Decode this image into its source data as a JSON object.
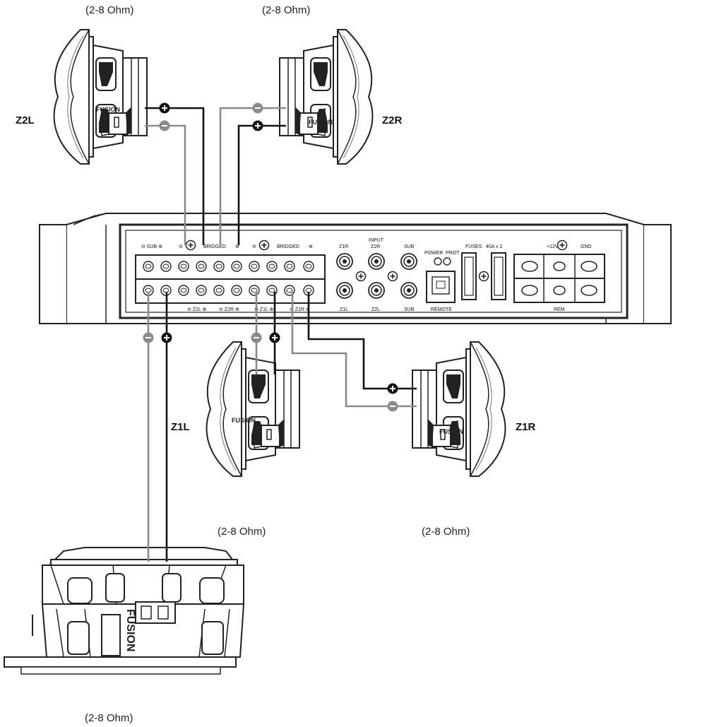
{
  "speakers": {
    "z2l": {
      "label": "Z2L",
      "ohm": "(2-8 Ohm)"
    },
    "z2r": {
      "label": "Z2R",
      "ohm": "(2-8 Ohm)"
    },
    "z1l": {
      "label": "Z1L",
      "ohm": "(2-8 Ohm)"
    },
    "z1r": {
      "label": "Z1R",
      "ohm": "(2-8 Ohm)"
    },
    "sub": {
      "ohm": "(2-8 Ohm)"
    }
  },
  "brand": "FUSION",
  "terminals": {
    "minus": "⊖",
    "plus": "⊕",
    "top": {
      "sub": "⊖ SUB ⊕",
      "bridged_minus": "⊖",
      "bridged_1": "BRIDGED",
      "bridged_plus": "⊕",
      "bridged_2_minus": "⊖",
      "bridged_2": "BRIDGED",
      "bridged_2_plus": "⊕"
    },
    "bottom": {
      "z2l": "⊖ Z2L ⊕",
      "z2r": "⊖ Z2R ⊕",
      "z1l": "⊖ Z1L ⊕",
      "z1r": "⊖ Z1R ⊕"
    }
  },
  "inputs": {
    "z1r": "Z1R",
    "input": "INPUT",
    "z2r": "Z2R",
    "sub_top": "SUB",
    "z1l": "Z1L",
    "z2l": "Z2L",
    "sub_bottom": "SUB"
  },
  "status": {
    "power": "POWER",
    "prot": "PROT",
    "remote": "REMOTE"
  },
  "fuses": {
    "label": "FUSES",
    "rating": "40A x 2"
  },
  "power_block": {
    "plus12": "+12V",
    "gnd": "GND",
    "rem": "REM"
  },
  "colors": {
    "positive_wire": "#111111",
    "negative_wire": "#8a8a8a",
    "outline": "#222222"
  }
}
